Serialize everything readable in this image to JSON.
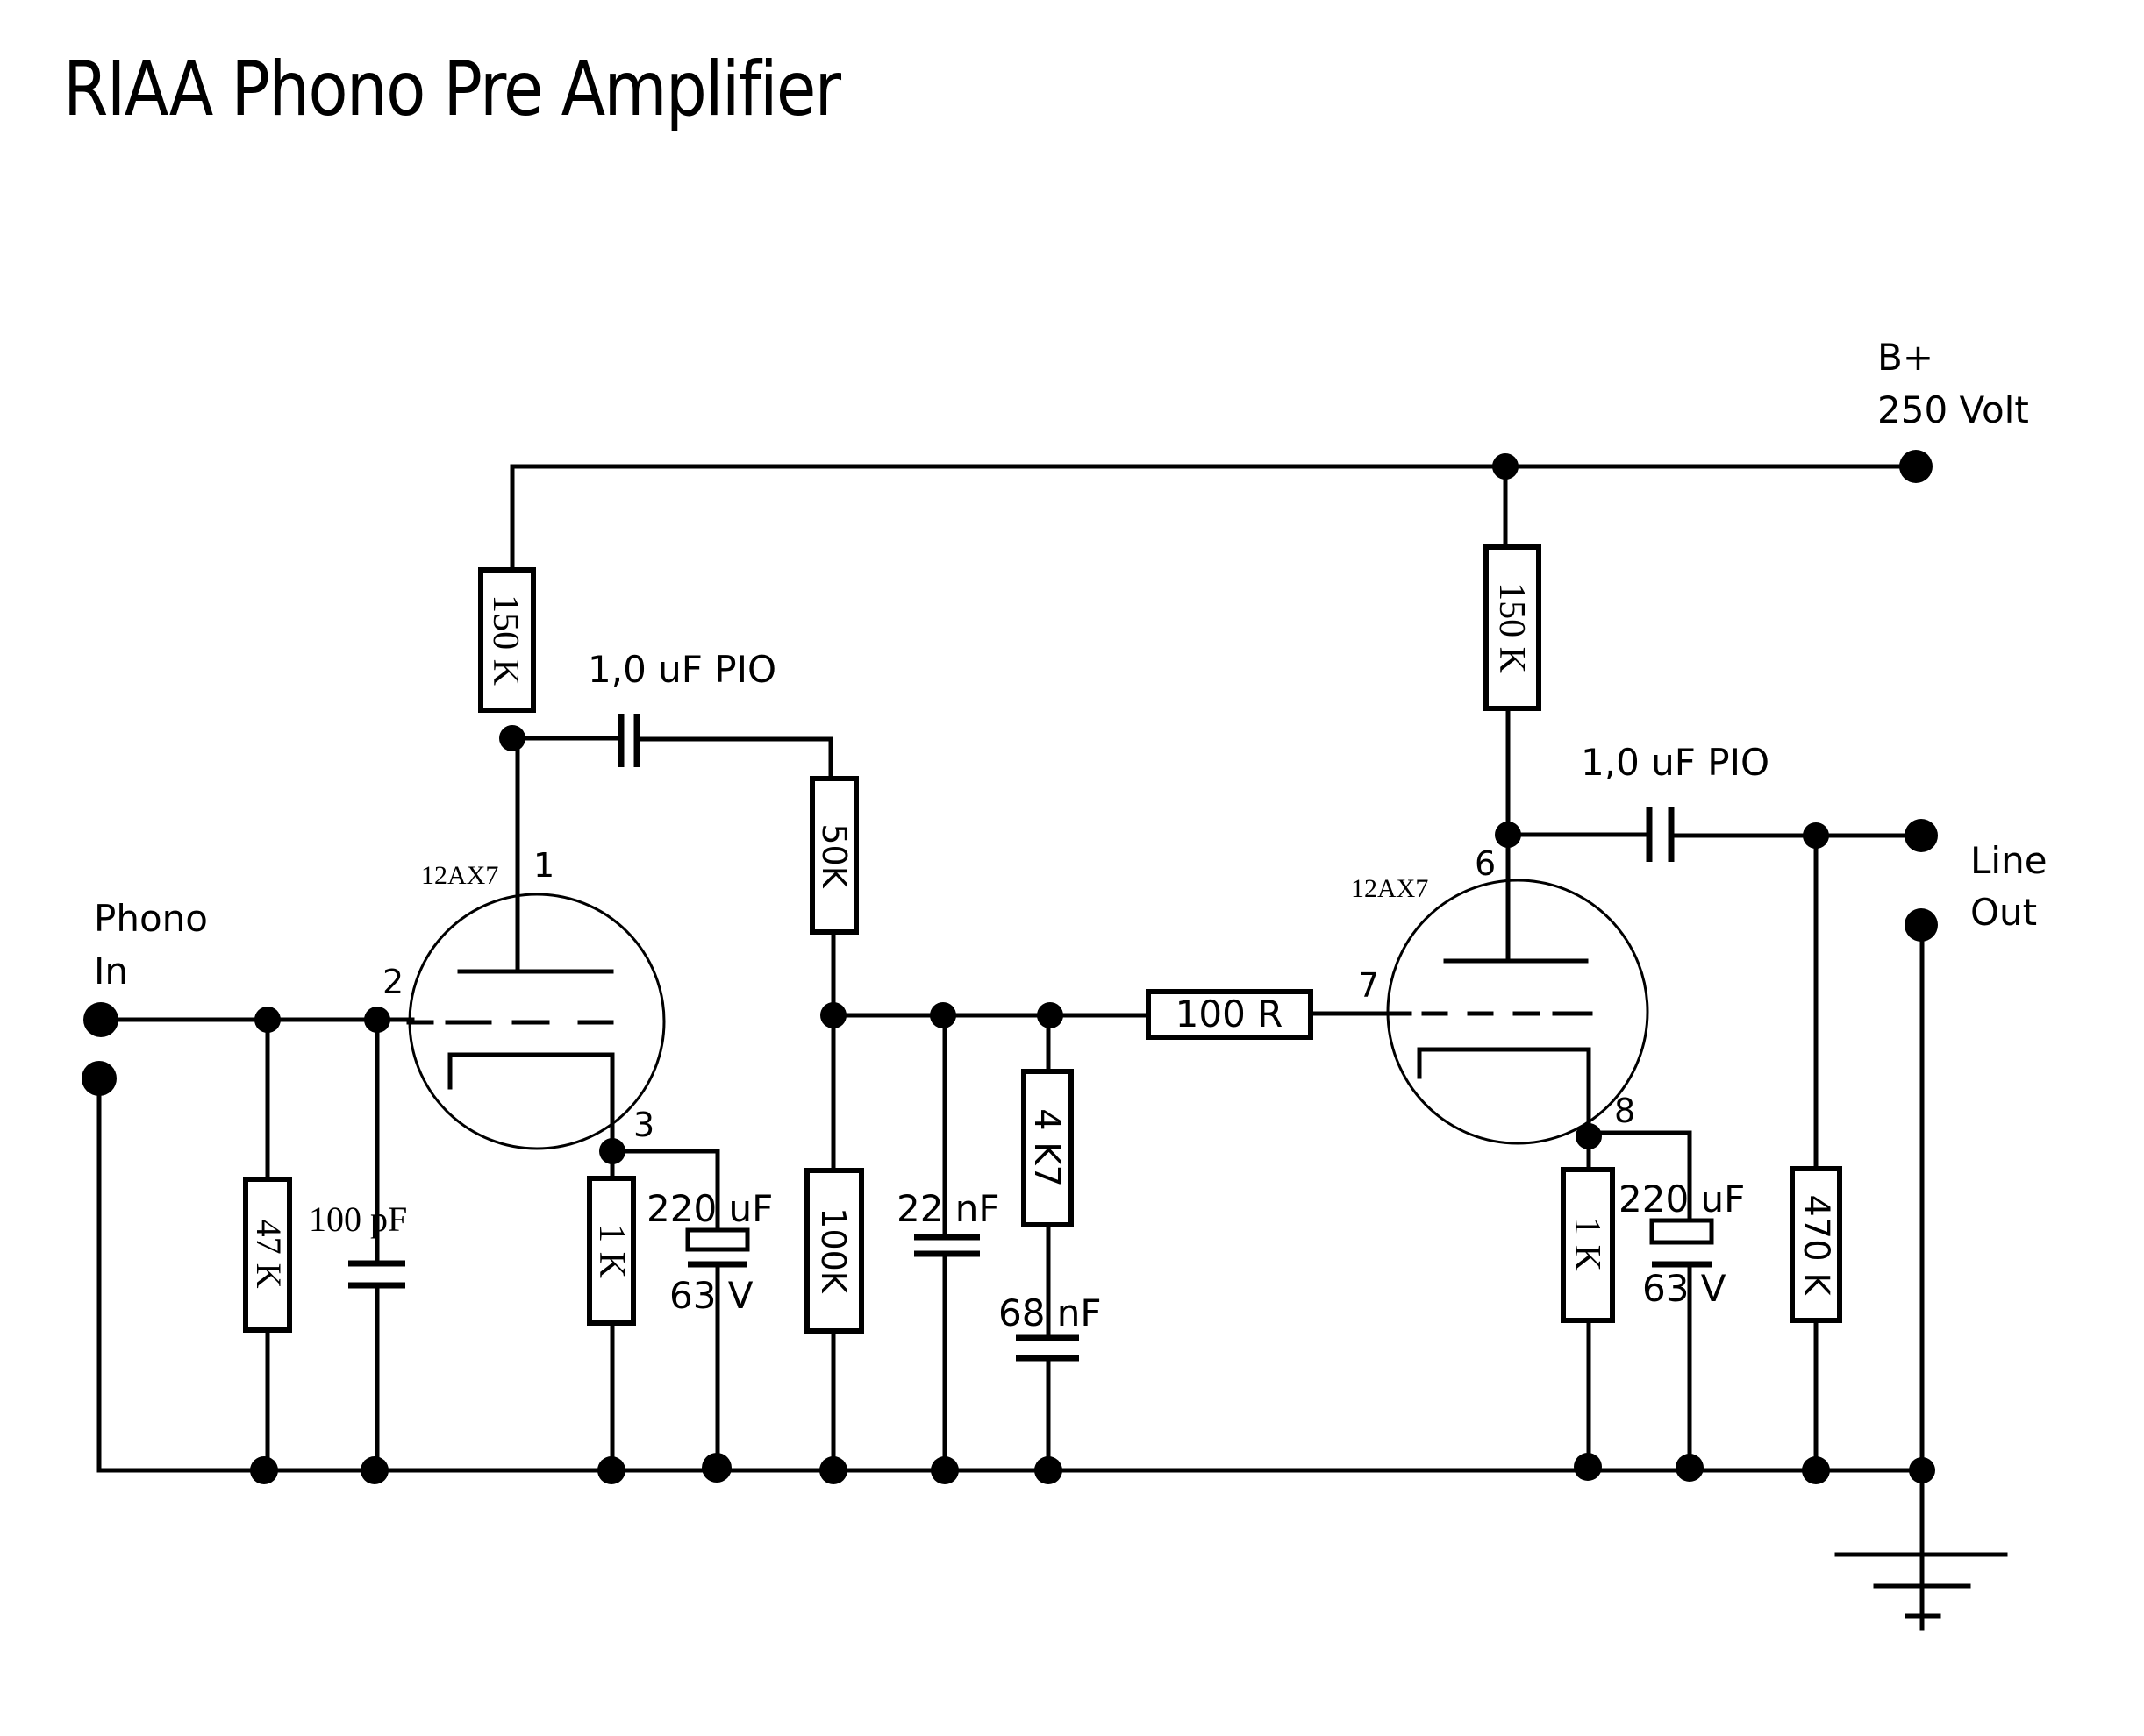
{
  "title": "RIAA Phono Pre Amplifier",
  "supply": {
    "line1": "B+",
    "line2": "250 Volt"
  },
  "input": {
    "line1": "Phono",
    "line2": "In"
  },
  "output": {
    "line1": "Line",
    "line2": "Out"
  },
  "stage1": {
    "tube": "12AX7",
    "pins": {
      "plate": "1",
      "grid": "2",
      "cathode": "3"
    },
    "plate_resistor": "150 K",
    "input_resistor": "47 K",
    "input_cap": "100 pF",
    "cathode_resistor": "1 K",
    "cathode_cap_value": "220 uF",
    "cathode_cap_voltage": "63 V",
    "coupling_cap": "1,0 uF PIO"
  },
  "riaa_network": {
    "series_resistor": "50K",
    "shunt_resistor": "100K",
    "shunt_cap": "22 nF",
    "rc_resistor": "4 K7",
    "rc_cap": "68 nF",
    "grid_stopper": "100 R"
  },
  "stage2": {
    "tube": "12AX7",
    "pins": {
      "plate": "6",
      "grid": "7",
      "cathode": "8"
    },
    "plate_resistor": "150 K",
    "cathode_resistor": "1 K",
    "cathode_cap_value": "220 uF",
    "cathode_cap_voltage": "63 V",
    "coupling_cap": "1,0 uF PIO",
    "output_resistor": "470 K"
  }
}
